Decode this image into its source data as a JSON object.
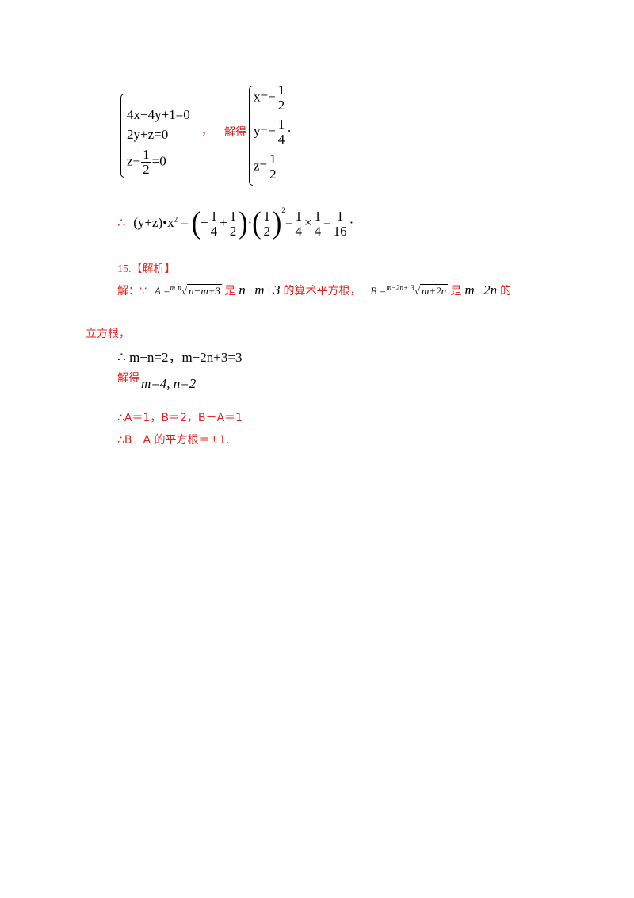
{
  "system": {
    "eq1": "4x−4y+1=0",
    "eq2": "2y+z=0",
    "eq3_left": "z−",
    "eq3_num": "1",
    "eq3_den": "2",
    "eq3_right": "=0",
    "comma": "，",
    "solve_label": "解得",
    "sol_x_left": "x=−",
    "sol_x_num": "1",
    "sol_x_den": "2",
    "sol_y_left": "y=−",
    "sol_y_num": "1",
    "sol_y_den": "4",
    "sol_y_dot": "·",
    "sol_z_left": "z=",
    "sol_z_num": "1",
    "sol_z_den": "2"
  },
  "calc": {
    "therefore": "∴",
    "lhs": "(y+z)•x",
    "lhs_exp": "2",
    "eq": "=",
    "paren_open": "(",
    "minus": "−",
    "f1_num": "1",
    "f1_den": "4",
    "plus": "+",
    "f2_num": "1",
    "f2_den": "2",
    "paren_close": ")",
    "dot": "·",
    "f3_num": "1",
    "f3_den": "2",
    "f3_exp": "2",
    "eq2": "=",
    "f4_num": "1",
    "f4_den": "4",
    "times": "×",
    "f5_num": "1",
    "f5_den": "4",
    "eq3": "=",
    "f6_num": "1",
    "f6_den": "16",
    "end_dot": "·"
  },
  "section": {
    "number": "15.",
    "heading": "【解析】"
  },
  "solution": {
    "intro": "解：∵",
    "A_label": "A =",
    "A_idx1": "m",
    "A_idx2": "n",
    "A_radicand": "n−m+3",
    "is1": "是",
    "expr1": "n−m+3",
    "desc1": "的算术平方根，",
    "B_label": "B =",
    "B_idx": "m−2n+",
    "B_idx2": "3",
    "B_radicand": "m+2n",
    "is2": "是",
    "expr2": "m+2n",
    "de": "的",
    "cont": "立方根，",
    "line2": "∴ m−n=2，m−2n+3=3",
    "solve2": "解得",
    "result": "m=4,  n=2",
    "line3": "∴A＝1，B＝2，B－A＝1",
    "line4": "∴B－A 的平方根＝±1."
  }
}
